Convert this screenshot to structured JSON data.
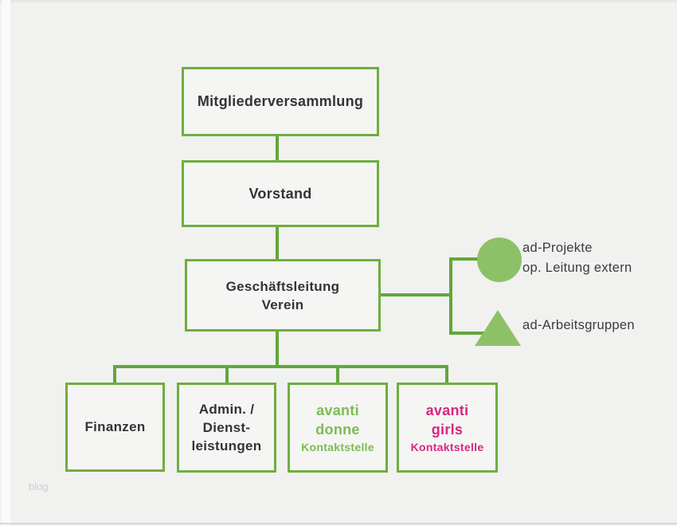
{
  "watermark": "blog",
  "chart": {
    "type": "org-chart",
    "nodes": {
      "mitgliederversammlung": {
        "label": "Mitgliederversammlung"
      },
      "vorstand": {
        "label": "Vorstand"
      },
      "geschaeftsleitung": {
        "line1": "Geschäftsleitung",
        "line2": "Verein"
      },
      "finanzen": {
        "label": "Finanzen"
      },
      "admin": {
        "line1": "Admin. /",
        "line2": "Dienst-",
        "line3": "leistungen"
      },
      "avanti_donne": {
        "line1": "avanti",
        "line2": "donne",
        "sub": "Kontaktstelle"
      },
      "avanti_girls": {
        "line1": "avanti",
        "line2": "girls",
        "sub": "Kontaktstelle"
      }
    },
    "legend": {
      "circle_icon": "green-circle",
      "projekte_line1": "ad-Projekte",
      "projekte_line2": "op. Leitung extern",
      "triangle_icon": "green-triangle",
      "arbeitsgruppen": "ad-Arbeitsgruppen"
    },
    "colors": {
      "box_border_green": "#6fae3f",
      "connector_green": "#61a83a",
      "shape_fill_green": "#8dc167",
      "text_dark": "#343434",
      "text_green": "#7abd51",
      "text_pink": "#d9267f",
      "background": "#f1f1f0"
    }
  }
}
